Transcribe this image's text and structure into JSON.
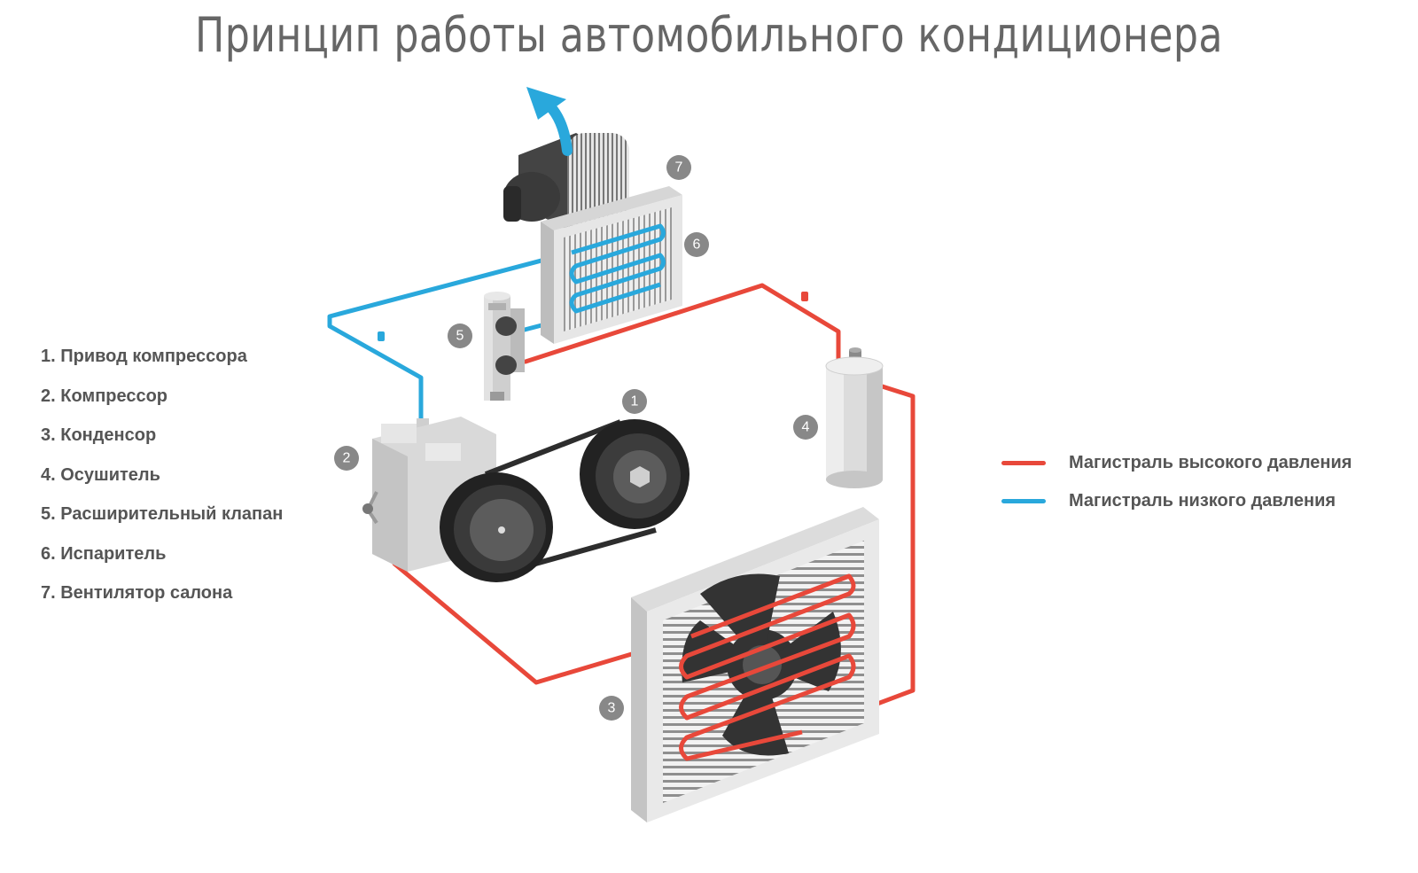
{
  "title": "Принцип работы автомобильного кондиционера",
  "parts": [
    "1. Привод компрессора",
    "2. Компрессор",
    "3. Конденсор",
    "4. Осушитель",
    "5. Расширительный клапан",
    "6. Испаритель",
    "7. Вентилятор салона"
  ],
  "badges": [
    "1",
    "2",
    "3",
    "4",
    "5",
    "6",
    "7"
  ],
  "legend": {
    "high": {
      "label": "Магистраль высокого давления",
      "color": "#e8483a"
    },
    "low": {
      "label": "Магистраль низкого давления",
      "color": "#29a8dc"
    }
  }
}
